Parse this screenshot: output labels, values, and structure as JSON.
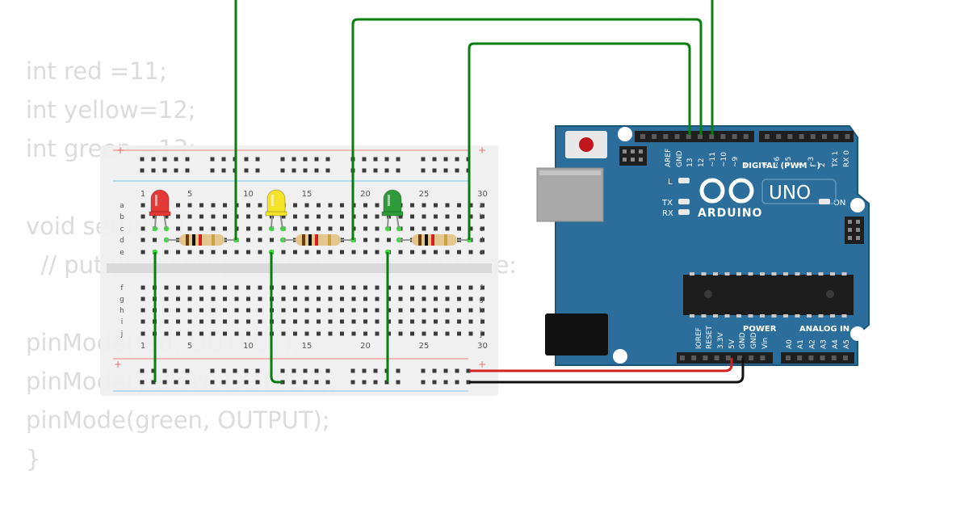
{
  "code_lines": [
    "int red =11;",
    "int yellow=12;",
    "int green =13;",
    "",
    "void setup() {",
    "  // put your setup code here, to run once:",
    "",
    "pinMode(red, OUTPUT);",
    "pinMode(yellow, OUTPUT);",
    "pinMode(green, OUTPUT);",
    "}"
  ],
  "breadboard": {
    "column_numbers": [
      "1",
      "5",
      "10",
      "15",
      "20",
      "25",
      "30"
    ],
    "row_letters_top": [
      "a",
      "b",
      "c",
      "d",
      "e"
    ],
    "row_letters_bottom": [
      "f",
      "g",
      "h",
      "i",
      "j"
    ],
    "rail_plus": "+"
  },
  "leds": [
    {
      "name": "red",
      "color": "#e53935"
    },
    {
      "name": "yellow",
      "color": "#f5e32a"
    },
    {
      "name": "green",
      "color": "#2e9c3a"
    }
  ],
  "arduino": {
    "brand": "ARDUINO",
    "model": "UNO",
    "on_label": "ON",
    "l_label": "L",
    "tx_label": "TX",
    "rx_label": "RX",
    "digital_header": "DIGITAL (PWM ~)",
    "power_header": "POWER",
    "analog_header": "ANALOG IN",
    "digital_pins": [
      "AREF",
      "GND",
      "13",
      "12",
      "~11",
      "~10",
      "~9",
      "8",
      "7",
      "~6",
      "~5",
      "4",
      "~3",
      "2",
      "TX 1",
      "RX 0"
    ],
    "power_pins": [
      "IOREF",
      "RESET",
      "3.3V",
      "5V",
      "GND",
      "GND",
      "Vin"
    ],
    "analog_pins": [
      "A0",
      "A1",
      "A2",
      "A3",
      "A4",
      "A5"
    ],
    "board_color": "#2b6e9c"
  },
  "wire_colors": {
    "signal": "#0a7d10",
    "power": "#d32020",
    "ground": "#111111"
  }
}
